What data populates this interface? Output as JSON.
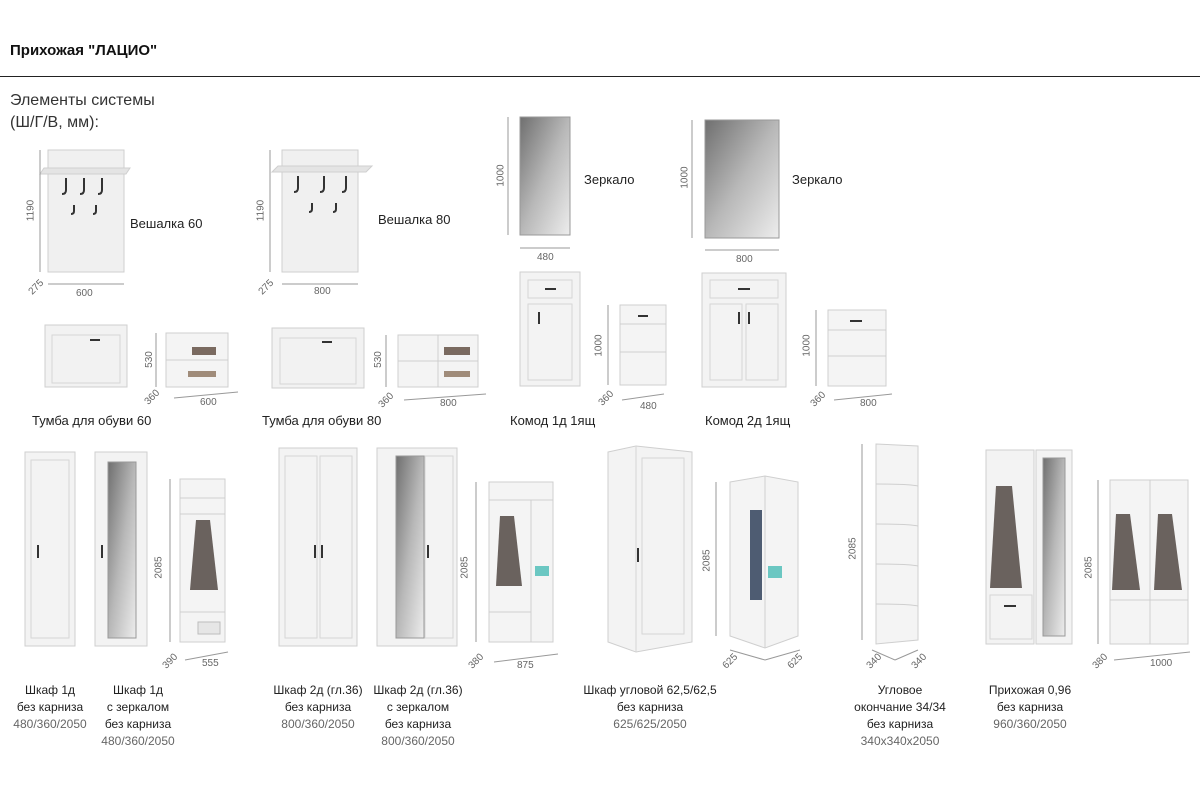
{
  "header": {
    "title": "Прихожая \"ЛАЦИО\"",
    "subtitle_line1": "Элементы системы",
    "subtitle_line2": "(Ш/Г/В, мм):"
  },
  "items": {
    "hanger60": {
      "label": "Вешалка 60",
      "h": "1190",
      "d": "275",
      "w": "600"
    },
    "hanger80": {
      "label": "Вешалка 80",
      "h": "1190",
      "d": "275",
      "w": "800"
    },
    "mirror480": {
      "label": "Зеркало",
      "h": "1000",
      "w": "480"
    },
    "mirror800": {
      "label": "Зеркало",
      "h": "1000",
      "w": "800"
    },
    "shoe60": {
      "label": "Тумба для обуви 60",
      "h": "530",
      "d": "360",
      "w": "600"
    },
    "shoe80": {
      "label": "Тумба для обуви 80",
      "h": "530",
      "d": "360",
      "w": "800"
    },
    "chest1d": {
      "label": "Комод 1д 1ящ",
      "h": "1000",
      "d": "360",
      "w": "480"
    },
    "chest2d": {
      "label": "Комод 2д 1ящ",
      "h": "1000",
      "d": "360",
      "w": "800"
    },
    "wardrobe1d": {
      "h": "2085",
      "d": "390",
      "w": "555",
      "cap1": [
        "Шкаф 1д",
        "без карниза",
        "480/360/2050"
      ],
      "cap2": [
        "Шкаф 1д",
        "с зеркалом",
        "без карниза",
        "480/360/2050"
      ]
    },
    "wardrobe2d": {
      "h": "2085",
      "d": "380",
      "w": "875",
      "cap1": [
        "Шкаф 2д (гл.36)",
        "без карниза",
        "800/360/2050"
      ],
      "cap2": [
        "Шкаф 2д (гл.36)",
        "с зеркалом",
        "без карниза",
        "800/360/2050"
      ]
    },
    "corner": {
      "h": "2085",
      "d1": "625",
      "d2": "625",
      "cap": [
        "Шкаф угловой 62,5/62,5",
        "без карниза",
        "625/625/2050"
      ]
    },
    "endunit": {
      "h": "2085",
      "d1": "340",
      "d2": "340",
      "cap": [
        "Угловое",
        "окончание 34/34",
        "без карниза",
        "340x340x2050"
      ]
    },
    "hallway": {
      "h": "2085",
      "d": "380",
      "w": "1000",
      "cap": [
        "Прихожая 0,96",
        "без карниза",
        "960/360/2050"
      ]
    }
  },
  "colors": {
    "panel": "#f1f1f1",
    "edge": "#c9c9c9",
    "mirror": "#8c8c8c",
    "coat": "#6a625e"
  }
}
